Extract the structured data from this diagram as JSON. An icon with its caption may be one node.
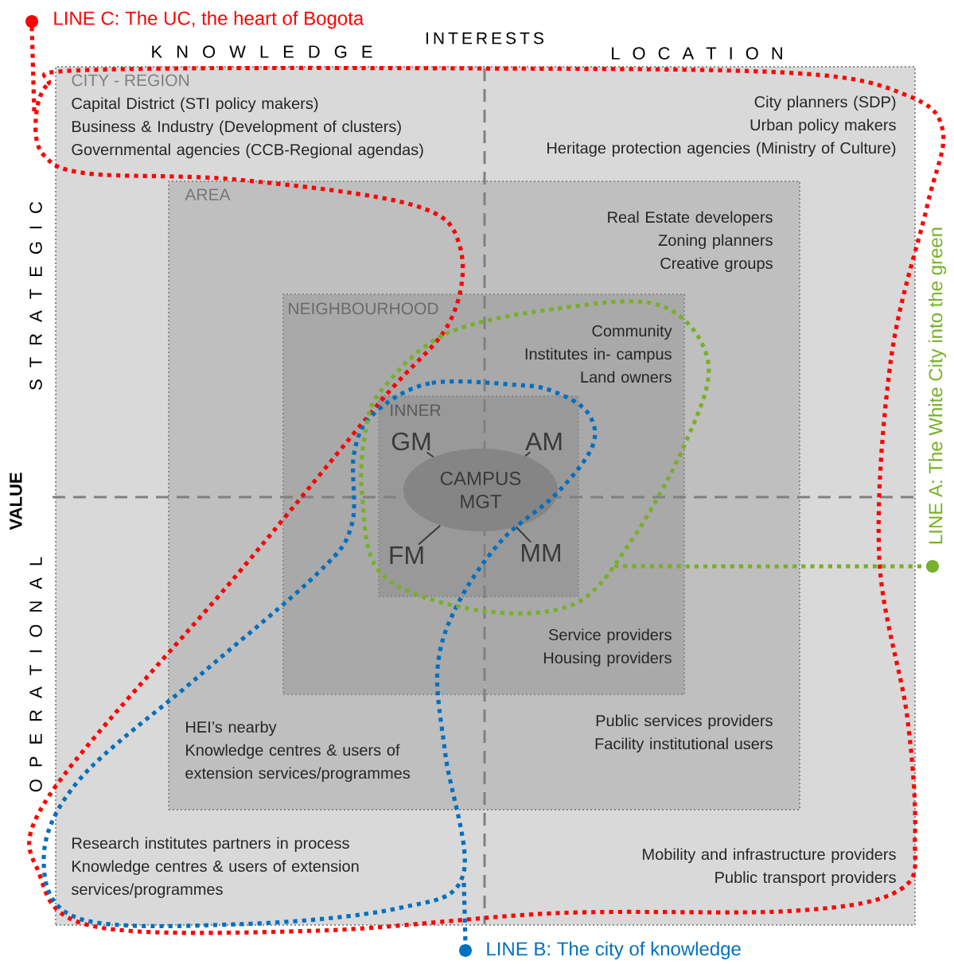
{
  "diagram": {
    "nodes": [
      {
        "text": [
          "CITY - REGION",
          "Capital District (STI policy makers)",
          "Business & Industry (Development of clusters)",
          "Governmental agencies (CCB-Regional agendas)",
          "City planners (SDP)",
          "Urban policy makers",
          "Heritage protection agencies (Ministry of Culture)",
          "Research institutes partners in process",
          "Knowledge centres & users of extension services/programmes",
          "Mobility and infrastructure providers",
          "Public transport providers"
        ]
      },
      {
        "text": [
          "AREA",
          "Real Estate developers",
          "Zoning planners",
          "Creative groups",
          "HEI’s nearby",
          "Knowledge centres & users of extension services/programmes",
          "Public services providers",
          "Facility institutional users"
        ],
        "in": 0
      },
      {
        "text": [
          "NEIGHBOURHOOD",
          "Community",
          "Institutes in- campus",
          "Land owners",
          "Service providers",
          "Housing providers"
        ],
        "in": 1
      },
      {
        "text": [
          "INNER"
        ],
        "in": 2
      },
      {
        "text": [
          "CAMPUS MGT"
        ],
        "in": 3
      },
      {
        "text": [
          "GM"
        ],
        "in": 3
      },
      {
        "text": [
          "AM"
        ],
        "in": 3
      },
      {
        "text": [
          "FM"
        ],
        "in": 3
      },
      {
        "text": [
          "MM"
        ],
        "in": 3
      }
    ],
    "edges": [
      {
        "from": 4,
        "to": 5,
        "arrow": "none"
      },
      {
        "from": 4,
        "to": 6,
        "arrow": "none"
      },
      {
        "from": 4,
        "to": 7,
        "arrow": "none"
      },
      {
        "from": 4,
        "to": 8,
        "arrow": "none"
      }
    ],
    "labels": [
      "LINE C: The UC, the heart of Bogota",
      "I N T E R E S T S",
      "K N O W L E D G E",
      "L O C A T I O N",
      "S T R A T E G I C",
      "VALUE",
      "O P E R A T I O N A L",
      "LINE A: The White City into the green",
      "LINE B: The city of knowledge"
    ]
  }
}
